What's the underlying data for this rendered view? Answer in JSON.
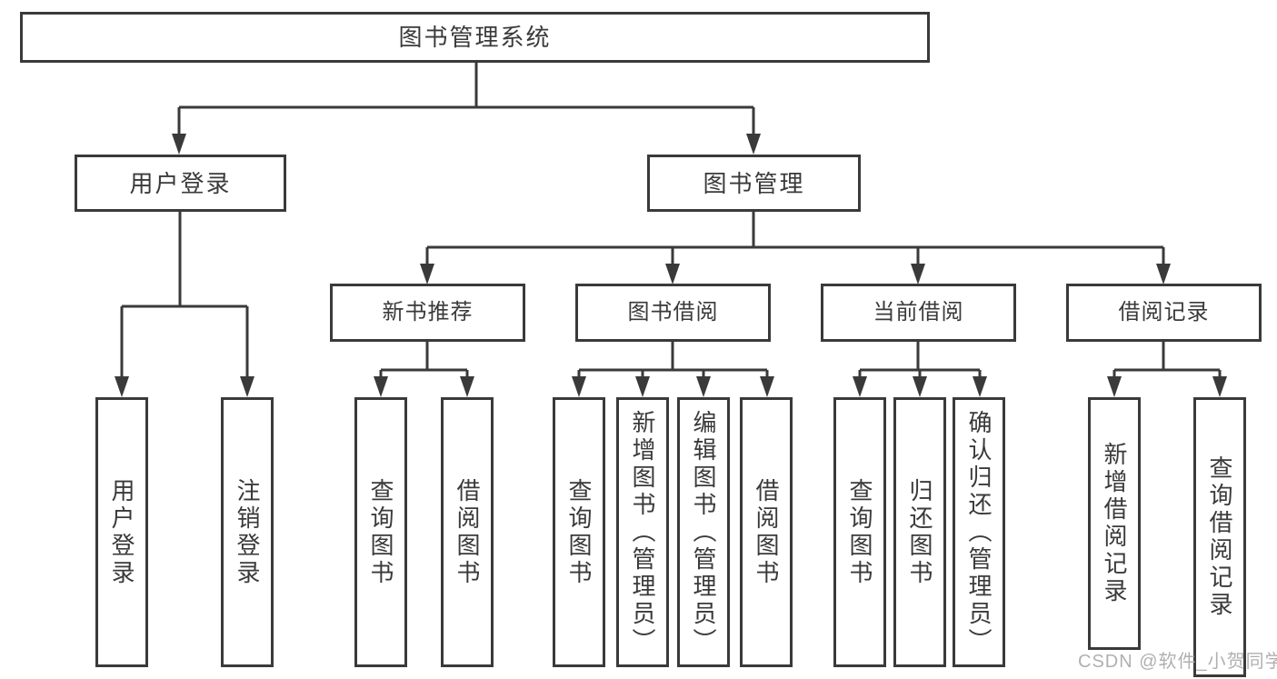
{
  "tree": {
    "root": {
      "label": "图书管理系统",
      "children": [
        {
          "label": "用户登录",
          "children": [
            {
              "label": "用户登录"
            },
            {
              "label": "注销登录"
            }
          ]
        },
        {
          "label": "图书管理",
          "children": [
            {
              "label": "新书推荐",
              "children": [
                {
                  "label": "查询图书"
                },
                {
                  "label": "借阅图书"
                }
              ]
            },
            {
              "label": "图书借阅",
              "children": [
                {
                  "label": "查询图书"
                },
                {
                  "label": "新增图书（管理员）"
                },
                {
                  "label": "编辑图书（管理员）"
                },
                {
                  "label": "借阅图书"
                }
              ]
            },
            {
              "label": "当前借阅",
              "children": [
                {
                  "label": "查询图书"
                },
                {
                  "label": "归还图书"
                },
                {
                  "label": "确认归还（管理员）"
                }
              ]
            },
            {
              "label": "借阅记录",
              "children": [
                {
                  "label": "新增借阅记录"
                },
                {
                  "label": "查询借阅记录"
                }
              ]
            }
          ]
        }
      ]
    }
  },
  "watermark": {
    "text": "CSDN @软件_小贺同学"
  },
  "colors": {
    "line": "#3a3a3a",
    "text": "#3a3a3a",
    "watermark": "#b0b0b0",
    "background": "#ffffff"
  }
}
